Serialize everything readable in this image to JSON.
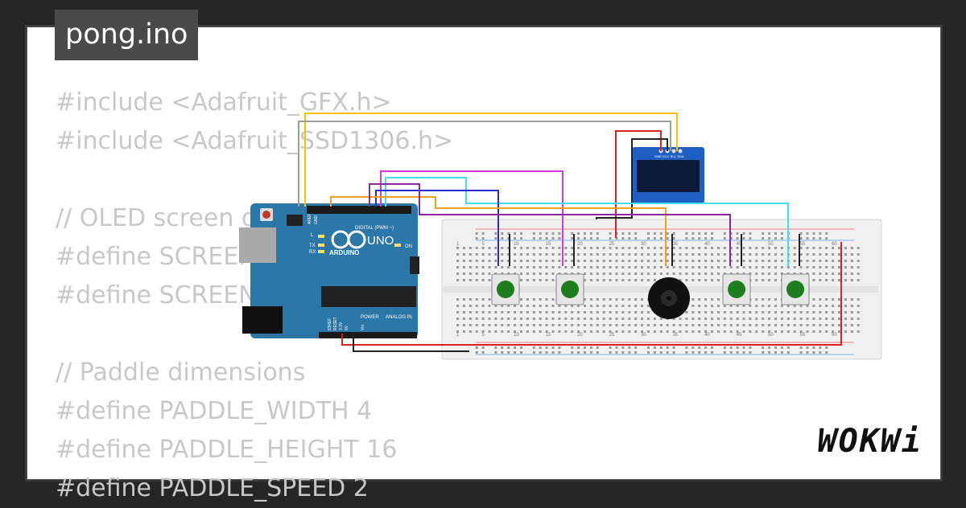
{
  "file": {
    "name": "pong.ino"
  },
  "code_lines": [
    "#include <Adafruit_GFX.h>",
    "#include <Adafruit_SSD1306.h>",
    "",
    "// OLED screen dimensions",
    "#define SCREEN_WIDTH 128",
    "#define SCREEN_HEIGHT 64",
    "",
    "// Paddle dimensions",
    "#define PADDLE_WIDTH 4",
    "#define PADDLE_HEIGHT 16",
    "#define PADDLE_SPEED 2"
  ],
  "board": {
    "brand": "ARDUINO",
    "model": "UNO",
    "digital_label": "DIGITAL (PWM ~)",
    "power_label": "POWER",
    "analog_label": "ANALOG IN",
    "on_label": "ON",
    "tx_label": "TX",
    "rx_label": "RX",
    "l_label": "L",
    "aref_label": "AREF",
    "gnd_label": "GND",
    "reset_label": "RESET",
    "v33_label": "3.3V",
    "v5_label": "5V",
    "vin_label": "Vin",
    "ioref_label": "IOREF"
  },
  "breadboard": {
    "column_labels": [
      "1",
      "5",
      "10",
      "15",
      "20",
      "25",
      "30",
      "35",
      "40",
      "45",
      "50",
      "55",
      "60"
    ]
  },
  "oled": {
    "pin_labels": "GND VCC SCL SDA"
  },
  "branding": {
    "logo": "WOKWi"
  },
  "colors": {
    "background": "#262626",
    "card": "#ffffff",
    "code_text": "#c8c8c8",
    "tab": "#4a4a4a",
    "board": "#2a77a8",
    "button": "#1e7d1e",
    "wire_yellow": "#f4c20d",
    "wire_gray": "#9e9e9e",
    "wire_red": "#e02020",
    "wire_black": "#222222",
    "wire_magenta": "#d83ad8",
    "wire_cyan": "#3ee0f0",
    "wire_blue": "#2a2ad8",
    "wire_orange": "#f0a020",
    "wire_purple": "#8a2a9a"
  }
}
